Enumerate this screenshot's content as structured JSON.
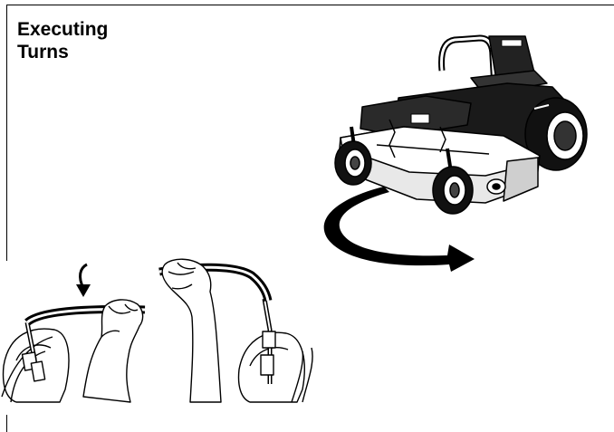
{
  "section": {
    "heading_line1": "Executing",
    "heading_line2": "Turns"
  },
  "illustrations": {
    "mower": "zero-turn-mower-illustration",
    "turn_arrow": "curved-turn-arrow-icon",
    "hands": "hands-on-steering-levers-illustration",
    "push_arrow": "down-arrow-icon"
  }
}
